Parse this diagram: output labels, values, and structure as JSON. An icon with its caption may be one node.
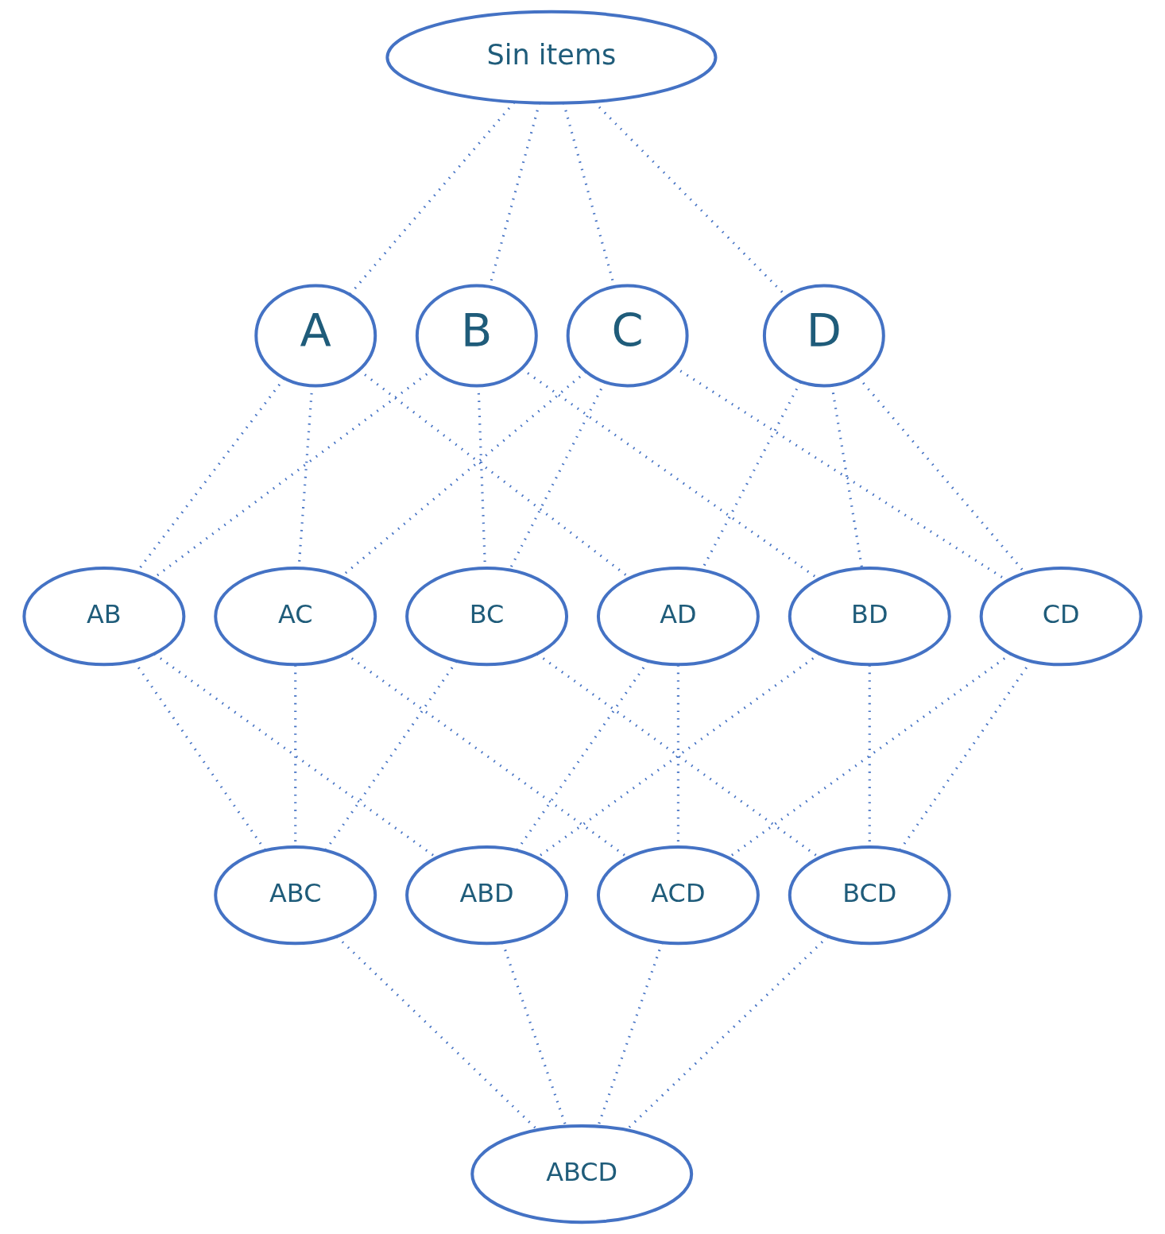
{
  "diagram": {
    "nodes": [
      {
        "text": [
          "Sin items"
        ]
      },
      {
        "text": [
          "A"
        ]
      },
      {
        "text": [
          "B"
        ]
      },
      {
        "text": [
          "C"
        ]
      },
      {
        "text": [
          "D"
        ]
      },
      {
        "text": [
          "AB"
        ]
      },
      {
        "text": [
          "AC"
        ]
      },
      {
        "text": [
          "AD"
        ]
      },
      {
        "text": [
          "BC"
        ]
      },
      {
        "text": [
          "BD"
        ]
      },
      {
        "text": [
          "CD"
        ]
      },
      {
        "text": [
          "ABC"
        ]
      },
      {
        "text": [
          "ABD"
        ]
      },
      {
        "text": [
          "ACD"
        ]
      },
      {
        "text": [
          "BCD"
        ]
      },
      {
        "text": [
          "ABCD"
        ]
      }
    ],
    "edges": [
      {
        "from": 0,
        "to": 1,
        "arrow": "none"
      },
      {
        "from": 0,
        "to": 2,
        "arrow": "none"
      },
      {
        "from": 0,
        "to": 3,
        "arrow": "none"
      },
      {
        "from": 0,
        "to": 4,
        "arrow": "none"
      },
      {
        "from": 1,
        "to": 5,
        "arrow": "none"
      },
      {
        "from": 1,
        "to": 6,
        "arrow": "none"
      },
      {
        "from": 1,
        "to": 7,
        "arrow": "none"
      },
      {
        "from": 2,
        "to": 5,
        "arrow": "none"
      },
      {
        "from": 2,
        "to": 8,
        "arrow": "none"
      },
      {
        "from": 2,
        "to": 9,
        "arrow": "none"
      },
      {
        "from": 3,
        "to": 6,
        "arrow": "none"
      },
      {
        "from": 3,
        "to": 8,
        "arrow": "none"
      },
      {
        "from": 3,
        "to": 10,
        "arrow": "none"
      },
      {
        "from": 4,
        "to": 7,
        "arrow": "none"
      },
      {
        "from": 4,
        "to": 9,
        "arrow": "none"
      },
      {
        "from": 4,
        "to": 10,
        "arrow": "none"
      },
      {
        "from": 5,
        "to": 11,
        "arrow": "none"
      },
      {
        "from": 5,
        "to": 12,
        "arrow": "none"
      },
      {
        "from": 6,
        "to": 11,
        "arrow": "none"
      },
      {
        "from": 6,
        "to": 13,
        "arrow": "none"
      },
      {
        "from": 7,
        "to": 12,
        "arrow": "none"
      },
      {
        "from": 7,
        "to": 13,
        "arrow": "none"
      },
      {
        "from": 8,
        "to": 11,
        "arrow": "none"
      },
      {
        "from": 8,
        "to": 14,
        "arrow": "none"
      },
      {
        "from": 9,
        "to": 12,
        "arrow": "none"
      },
      {
        "from": 9,
        "to": 14,
        "arrow": "none"
      },
      {
        "from": 10,
        "to": 13,
        "arrow": "none"
      },
      {
        "from": 10,
        "to": 14,
        "arrow": "none"
      },
      {
        "from": 11,
        "to": 15,
        "arrow": "none"
      },
      {
        "from": 12,
        "to": 15,
        "arrow": "none"
      },
      {
        "from": 13,
        "to": 15,
        "arrow": "none"
      },
      {
        "from": 14,
        "to": 15,
        "arrow": "none"
      }
    ]
  }
}
